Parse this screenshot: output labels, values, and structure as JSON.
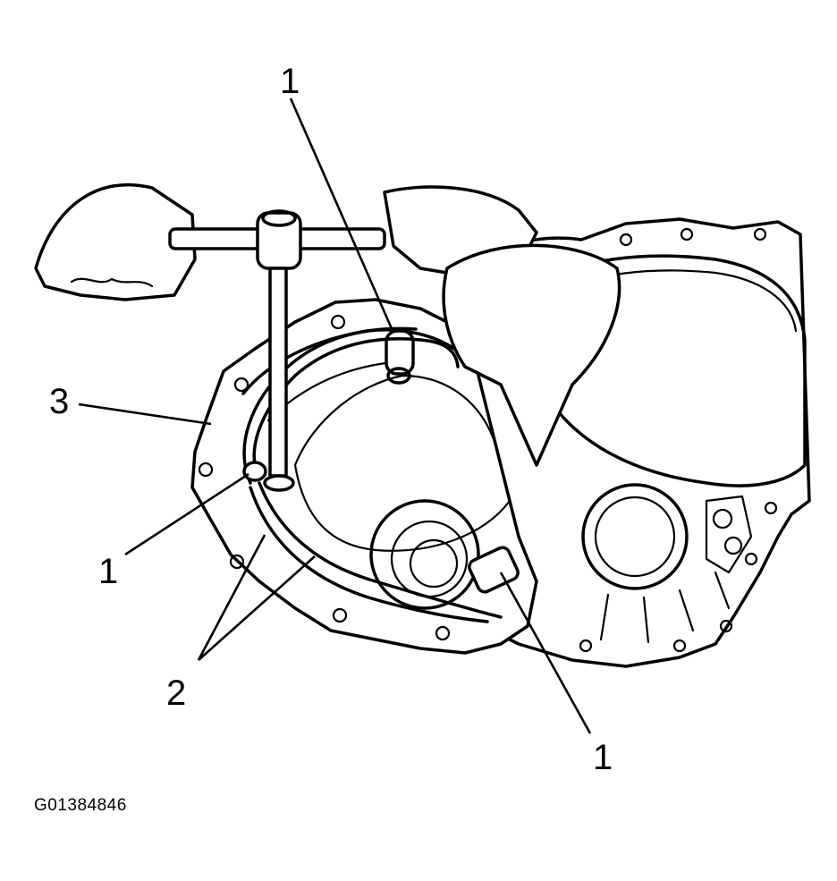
{
  "diagram": {
    "figure_id": "G01384846",
    "callouts": [
      {
        "id": "top",
        "label": "1"
      },
      {
        "id": "left",
        "label": "1"
      },
      {
        "id": "right",
        "label": "1"
      },
      {
        "id": "pipes",
        "label": "2"
      },
      {
        "id": "case",
        "label": "3"
      }
    ]
  }
}
